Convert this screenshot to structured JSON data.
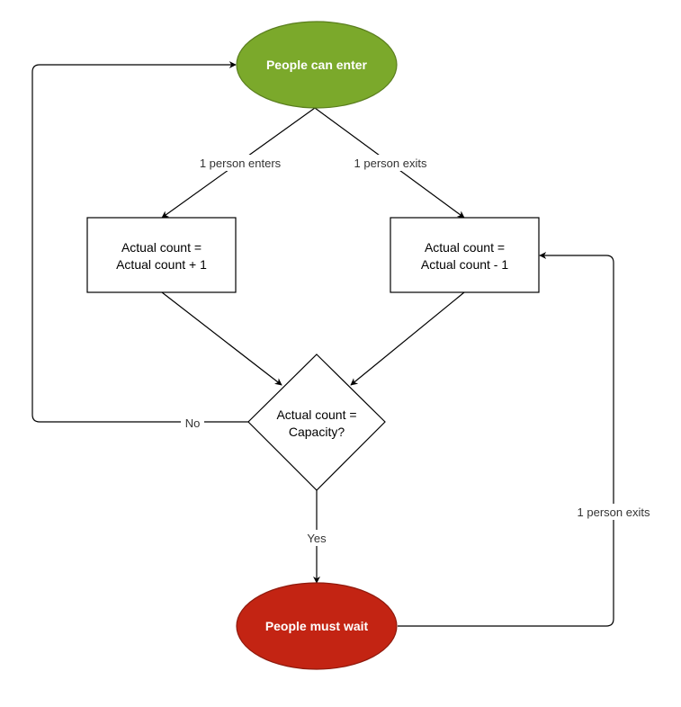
{
  "nodes": {
    "start": {
      "label": "People can enter",
      "fill": "#7BA92B",
      "stroke": "#5A7E1E"
    },
    "increment": {
      "line1": "Actual count =",
      "line2": "Actual count + 1"
    },
    "decrement": {
      "line1": "Actual count =",
      "line2": "Actual count - 1"
    },
    "decision": {
      "line1": "Actual count =",
      "line2": "Capacity?"
    },
    "wait": {
      "label": "People must wait",
      "fill": "#C32413",
      "stroke": "#8F1A0D"
    }
  },
  "edges": {
    "enter_label": "1 person enters",
    "exit_label": "1 person exits",
    "no_label": "No",
    "yes_label": "Yes",
    "wait_exit_label": "1 person exits"
  }
}
